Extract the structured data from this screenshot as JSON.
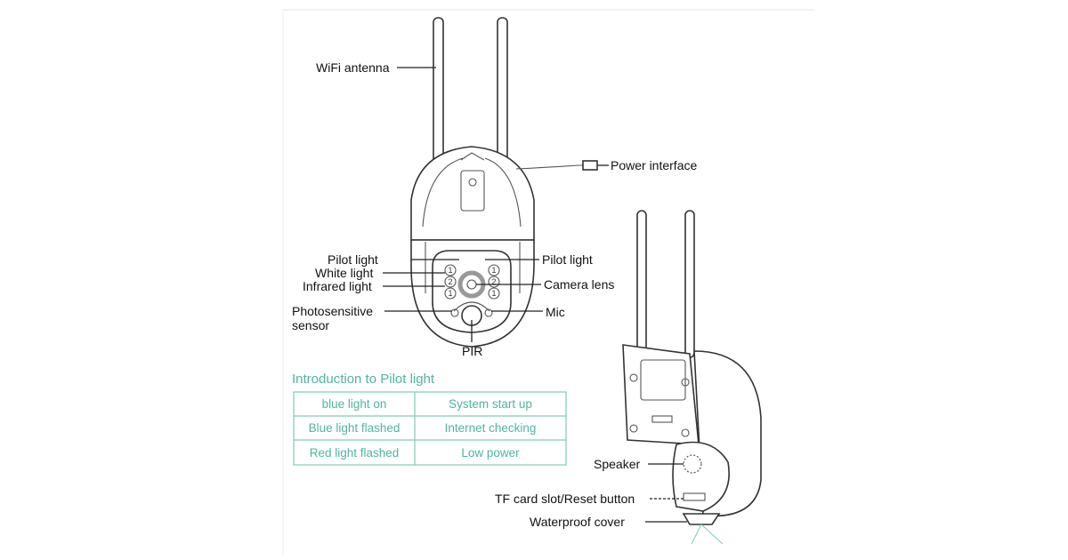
{
  "front_labels": {
    "wifi_antenna": "WiFi antenna",
    "power_interface": "Power interface",
    "pilot_light_left": "Pilot light",
    "pilot_light_right": "Pilot light",
    "white_light": "White light",
    "infrared_light": "Infrared light",
    "camera_lens": "Camera lens",
    "photosensitive_sensor_line1": "Photosensitive",
    "photosensitive_sensor_line2": "sensor",
    "mic": "Mic",
    "pir": "PIR",
    "led_numbers": [
      "1",
      "2",
      "1"
    ]
  },
  "back_labels": {
    "speaker": "Speaker",
    "tf_card_slot": "TF card slot/Reset button",
    "waterproof_cover": "Waterproof cover"
  },
  "pilot_table": {
    "title": "Introduction to Pilot light",
    "rows": [
      {
        "state": "blue light on",
        "meaning": "System start up"
      },
      {
        "state": "Blue light flashed",
        "meaning": "Internet checking"
      },
      {
        "state": "Red light flashed",
        "meaning": "Low power"
      }
    ],
    "color": "#4fb5a0"
  }
}
